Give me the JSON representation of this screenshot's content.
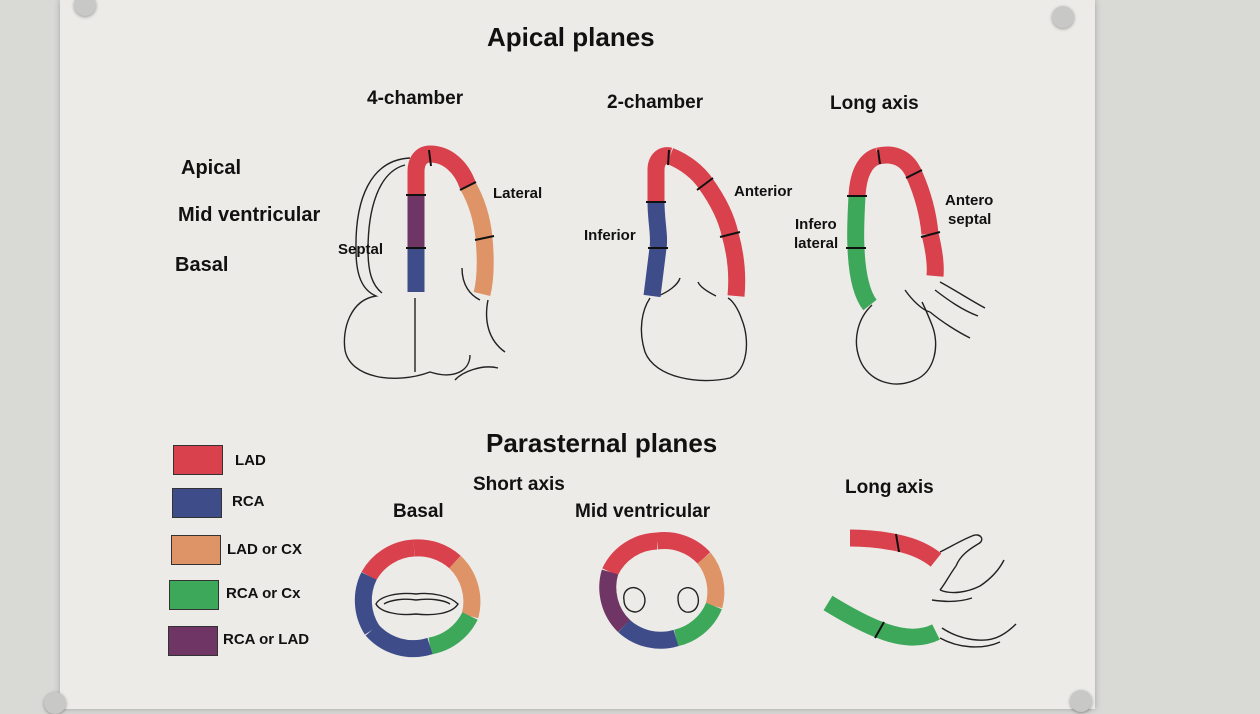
{
  "titles": {
    "apical": "Apical planes",
    "parasternal": "Parasternal planes"
  },
  "views": {
    "four_chamber": "4-chamber",
    "two_chamber": "2-chamber",
    "long_axis_apical": "Long axis",
    "short_axis": "Short axis",
    "basal": "Basal",
    "mid_ventricular": "Mid ventricular",
    "long_axis_parasternal": "Long axis"
  },
  "levels": [
    "Apical",
    "Mid ventricular",
    "Basal"
  ],
  "walls": {
    "septal": "Septal",
    "lateral": "Lateral",
    "inferior": "Inferior",
    "anterior": "Anterior",
    "infero_lateral_1": "Infero",
    "infero_lateral_2": "lateral",
    "antero_septal_1": "Antero",
    "antero_septal_2": "septal"
  },
  "legend": [
    {
      "label": "LAD",
      "color": "#d9414c"
    },
    {
      "label": "RCA",
      "color": "#3e4d8a"
    },
    {
      "label": "LAD or CX",
      "color": "#de9466"
    },
    {
      "label": "RCA or Cx",
      "color": "#3ea85a"
    },
    {
      "label": "RCA or LAD",
      "color": "#6e3565"
    }
  ],
  "colors": {
    "lad": "#d9414c",
    "rca": "#3e4d8a",
    "lad_or_cx": "#de9466",
    "rca_or_cx": "#3ea85a",
    "rca_or_lad": "#6e3565"
  }
}
